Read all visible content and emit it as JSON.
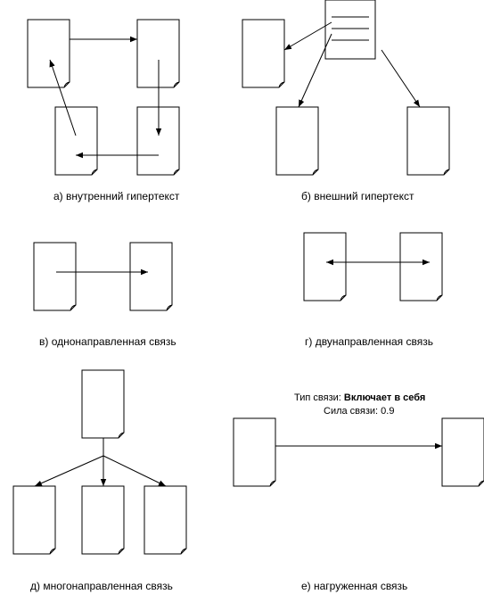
{
  "captions": {
    "a": "а) внутренний гипертекст",
    "b": "б) внешний гипертекст",
    "v": "в) однонаправленная связь",
    "g": "г) двунаправленная связь",
    "d": "д) многонаправленная связь",
    "e": "е) нагруженная  связь"
  },
  "loaded_link": {
    "type_label": "Тип связи: ",
    "type_value": "Включает в себя",
    "strength_label": "Сила связи: ",
    "strength_value": "0.9"
  }
}
